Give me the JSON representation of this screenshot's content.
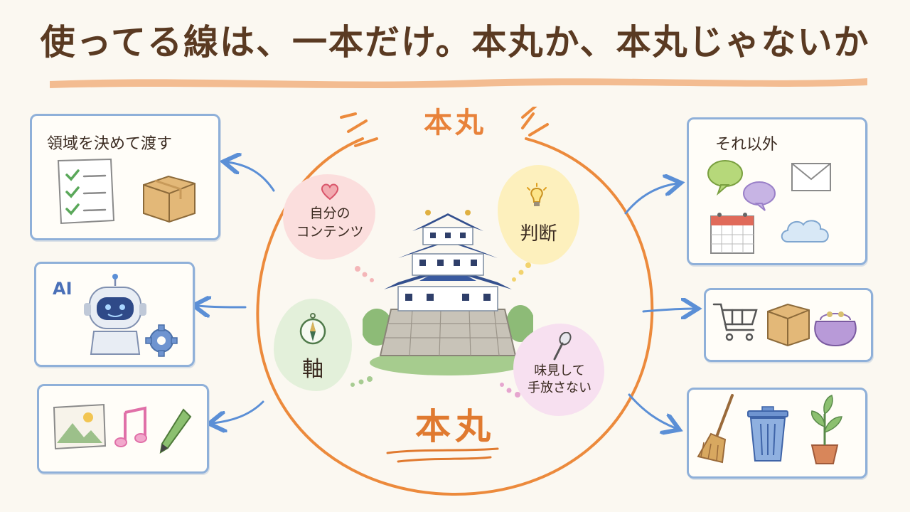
{
  "title": "使ってる線は、一本だけ。本丸か、本丸じゃないか",
  "center": {
    "label_top": "本丸",
    "label_bottom": "本丸",
    "items": {
      "content": "自分の\nコンテンツ",
      "judgment": "判断",
      "axis": "軸",
      "taste": "味見して\n手放さない"
    }
  },
  "left_panels": {
    "delegate": "領域を決めて渡す",
    "ai": "AI"
  },
  "right_panels": {
    "others": "それ以外"
  },
  "colors": {
    "accent": "#e8823a",
    "panel_border": "#8fb0d9",
    "arrow": "#5b8fd6",
    "content_blob": "#fbdedd",
    "judgment_blob": "#fdf0bd",
    "axis_blob": "#e3f0da",
    "taste_blob": "#f7e0f0"
  }
}
